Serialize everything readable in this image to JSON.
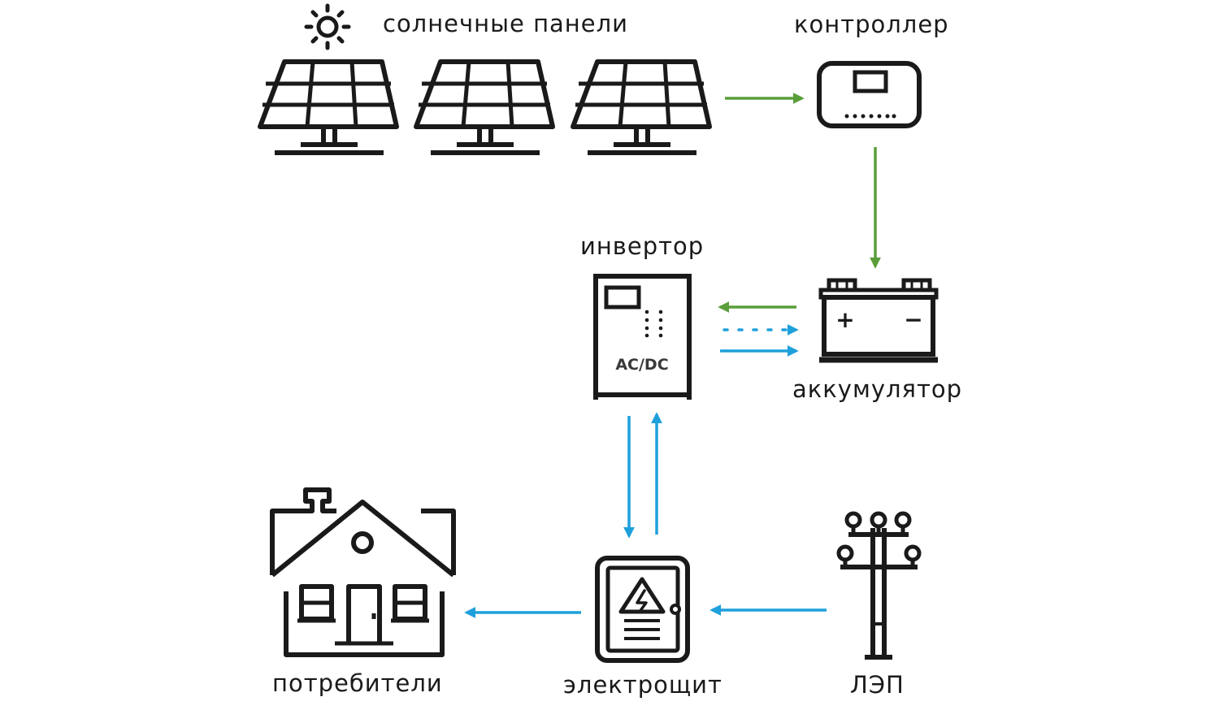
{
  "labels": {
    "solar_panels": "солнечные панели",
    "controller": "контроллер",
    "inverter": "инвертор",
    "battery": "аккумулятор",
    "consumers": "потребители",
    "switchboard": "электрощит",
    "power_line": "ЛЭП"
  },
  "inverter_marking": "AC/DC",
  "battery_terminals": {
    "plus": "+",
    "minus": "−"
  },
  "icons": [
    "sun-icon",
    "solar-panel-icon",
    "controller-icon",
    "battery-icon",
    "inverter-icon",
    "house-icon",
    "switchboard-icon",
    "power-pole-icon"
  ],
  "colors": {
    "stroke": "#1a1a1a",
    "solar_flow": "#5a9e3a",
    "grid_flow": "#1ea0dc"
  }
}
